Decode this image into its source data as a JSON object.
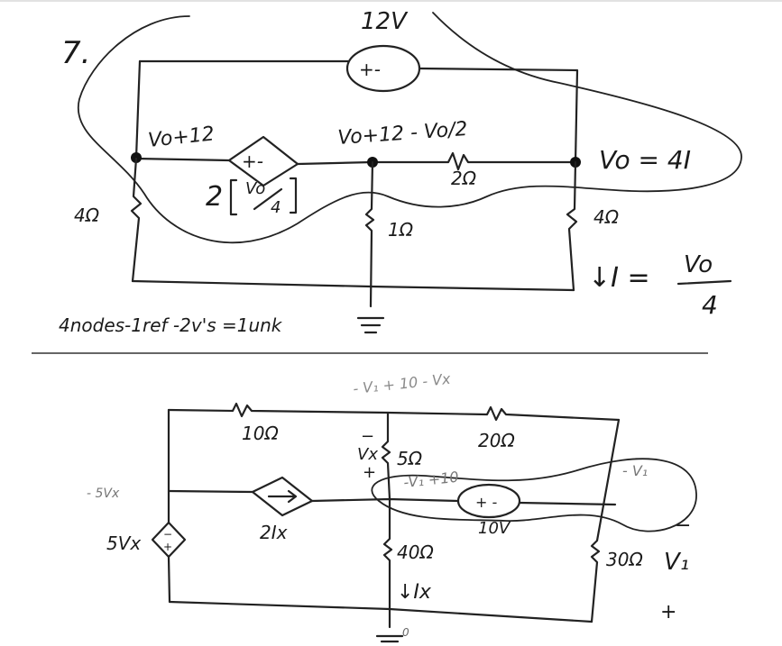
{
  "colors": {
    "ink": "#1a1a1a",
    "paper": "#ffffff",
    "smudge": "#d8d8d8"
  },
  "problem7": {
    "number": "7.",
    "source_voltage": "12V",
    "source_sign": "+-",
    "dep_source_sign": "+-",
    "dep_source_expr_prefix": "2",
    "dep_source_frac_num": "Vo",
    "dep_source_frac_den": "4",
    "node_left_label": "Vo+12",
    "node_mid_label": "Vo+12 - Vo/2",
    "node_right_label": "Vo = 4I",
    "r_left": "4Ω",
    "r_mid_horizontal": "2Ω",
    "r_mid_vertical": "1Ω",
    "r_right": "4Ω",
    "current_label": "↓I =",
    "current_frac_num": "Vo",
    "current_frac_den": "4",
    "note": "4nodes-1ref -2v's =1unk"
  },
  "problem8": {
    "top_note": "- V₁ + 10 - Vx",
    "r_top_left": "10Ω",
    "r_top_right": "20Ω",
    "vx_minus": "−",
    "vx_label": "Vx",
    "vx_plus": "+",
    "r_vx": "5Ω",
    "mid_note": "-V₁ +10",
    "right_node_note": "- V₁",
    "left_node_note": "- 5Vx",
    "dep_vsource_label": "5Vx",
    "dep_isource_label": "2Ix",
    "source_sign": "+ -",
    "source_voltage": "10V",
    "r_mid_vertical": "40Ω",
    "current_label": "↓Ix",
    "r_right": "30Ω",
    "v1_label": "V₁",
    "v1_minus": "−",
    "v1_plus": "+",
    "ground_node": "0"
  }
}
